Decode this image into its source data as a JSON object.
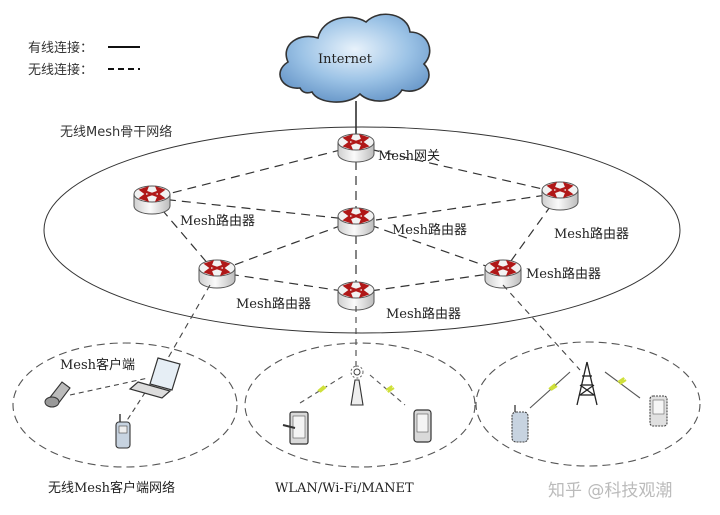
{
  "legend": {
    "wired_label": "有线连接：",
    "wireless_label": "无线连接："
  },
  "internet": {
    "label": "Internet"
  },
  "backbone": {
    "title": "无线Mesh骨干网络",
    "gateway_label": "Mesh网关",
    "routers": [
      {
        "id": "r-left-top",
        "label": "Mesh路由器"
      },
      {
        "id": "r-center",
        "label": "Mesh路由器"
      },
      {
        "id": "r-right-top",
        "label": "Mesh路由器"
      },
      {
        "id": "r-left-bottom",
        "label": "Mesh路由器"
      },
      {
        "id": "r-center-bottom",
        "label": "Mesh路由器"
      },
      {
        "id": "r-right-bottom",
        "label": "Mesh路由器"
      }
    ]
  },
  "subnets": [
    {
      "id": "client-mesh",
      "title": "无线Mesh客户端网络",
      "inner_label": "Mesh客户端"
    },
    {
      "id": "wlan",
      "title": "WLAN/Wi-Fi/MANET"
    },
    {
      "id": "cellular",
      "title": "蜂窝网络"
    }
  ],
  "watermark": "知乎 @科技观潮",
  "colors": {
    "router_arrow": "#b01818",
    "cloud": "#8fb8e0",
    "link": "#333333",
    "zigzag": "#d6e63a"
  }
}
